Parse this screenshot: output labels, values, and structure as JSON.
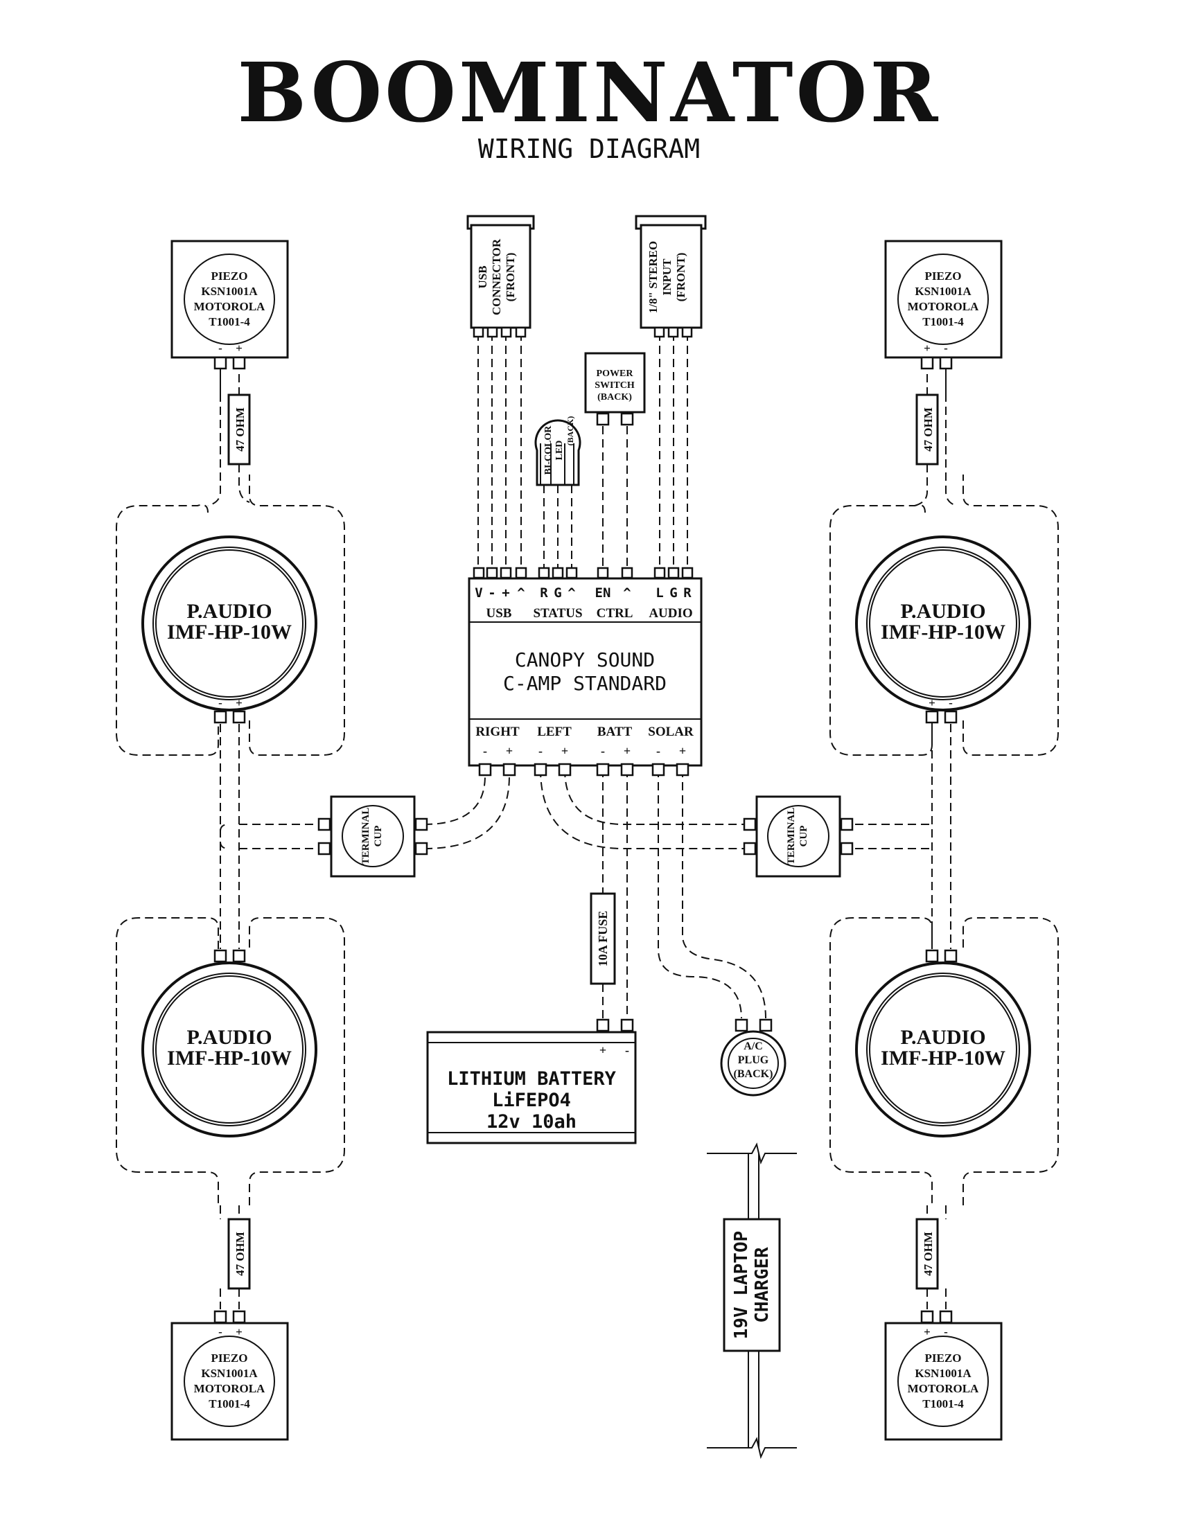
{
  "title": "BOOMINATOR",
  "subtitle": "WIRING DIAGRAM",
  "piezo": {
    "lines": [
      "PIEZO",
      "KSN1001A",
      "MOTOROLA",
      "T1001-4"
    ]
  },
  "resistor_label": "47 OHM",
  "speaker": {
    "line1": "P.AUDIO",
    "line2": "IMF-HP-10W"
  },
  "terminal_cup": {
    "line1": "TERMINAL",
    "line2": "CUP"
  },
  "usb_connector": {
    "line1": "USB",
    "line2": "CONNECTOR",
    "line3": "(FRONT)"
  },
  "stereo_input": {
    "line1": "1/8\" STEREO",
    "line2": "INPUT",
    "line3": "(FRONT)"
  },
  "power_switch": {
    "line1": "POWER",
    "line2": "SWITCH",
    "line3": "(BACK)"
  },
  "led": {
    "line1": "BI-COLOR",
    "line2": "LED",
    "line3": "(BACK)"
  },
  "amp": {
    "pins_top": [
      "V",
      "-",
      "+",
      "^",
      "R",
      "G",
      "^",
      "EN",
      "^",
      "L",
      "G",
      "R"
    ],
    "groups_top": [
      "USB",
      "STATUS",
      "CTRL",
      "AUDIO"
    ],
    "name1": "CANOPY SOUND",
    "name2": "C-AMP STANDARD",
    "groups_bottom": [
      "RIGHT",
      "LEFT",
      "BATT",
      "SOLAR"
    ]
  },
  "fuse_label": "10A FUSE",
  "battery": {
    "line1": "LITHIUM BATTERY",
    "line2": "LiFEPO4",
    "line3": "12v 10ah"
  },
  "ac_plug": {
    "line1": "A/C",
    "line2": "PLUG",
    "line3": "(BACK)"
  },
  "charger": {
    "line1": "19V LAPTOP",
    "line2": "CHARGER"
  },
  "polarity": {
    "minus": "-",
    "plus": "+"
  }
}
